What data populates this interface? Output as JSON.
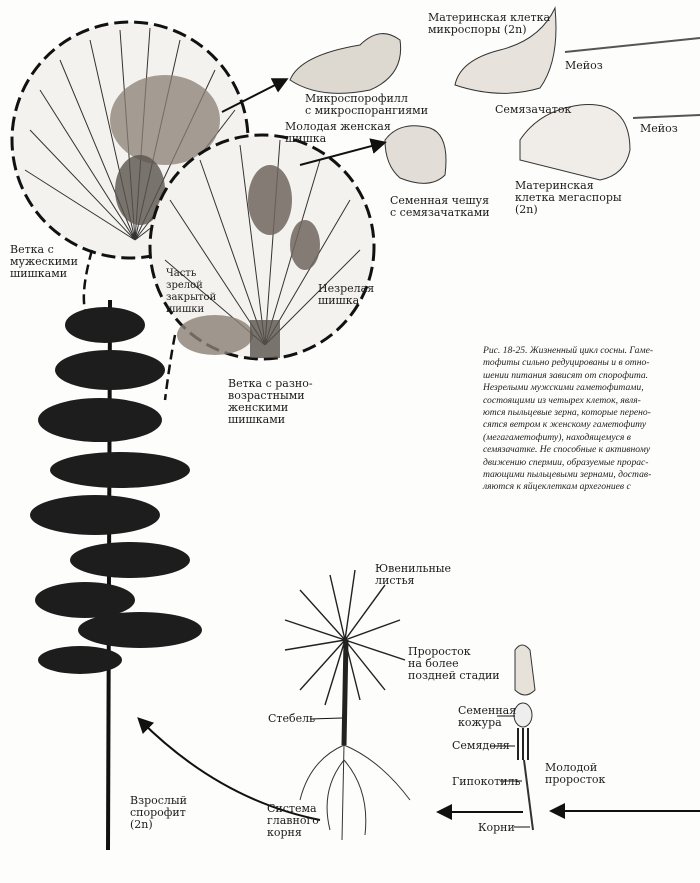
{
  "labels": {
    "microspore_mother_cell": "Материнская клетка\nмикроспоры (2n)",
    "meiosis_1": "Мейоз",
    "meiosis_2": "Мейоз",
    "microsporophyll": "Микроспорофилл\nс микроспорангиями",
    "young_female_cone": "Молодая женская\nшишка",
    "ovule": "Семязачаток",
    "seed_scale": "Семенная чешуя\nс семязачатками",
    "megaspore_mother_cell": "Материнская\nклетка мегаспоры\n(2n)",
    "branch_male_cones": "Ветка с\nмужескими\nшишками",
    "mature_closed_cone": "Часть\nзрелой\nзакрытой\nшишки",
    "immature_cone": "Незрелая\nшишка",
    "branch_female_cones": "Ветка с разно-\nвозрастными\nженскими\nшишками",
    "juvenile_leaves": "Ювенильные\nлистья",
    "later_seedling": "Проросток\nна более\nпоздней стадии",
    "stem": "Стебель",
    "seed_coat": "Семенная\nкожура",
    "cotyledon": "Семядоля",
    "hypocotyl": "Гипокотиль",
    "young_seedling": "Молодой\nпроросток",
    "taproot_system": "Система\nглавного\nкорня",
    "roots": "Корни",
    "adult_sporophyte": "Взрослый\nспорофит\n(2n)"
  },
  "caption": {
    "lines": [
      "Рис. 18-25. Жизненный цикл сосны. Гаме-",
      "тофиты сильно редуцированы и в отно-",
      "шении питания зависят от спорофита.",
      "Незрелыми мужскими гаметофитами,",
      "состоящими из четырех клеток, явля-",
      "ются пыльцевые зерна, которые перено-",
      "сятся ветром к женскому гаметофиту",
      "(мегагаметофиту), находящемуся в",
      "семязачатке. Не способные к активному",
      "движению спермии, образуемые прорас-",
      "тающими пыльцевыми зернами, достав-",
      "ляются к яйцеклеткам архегониев с"
    ]
  }
}
